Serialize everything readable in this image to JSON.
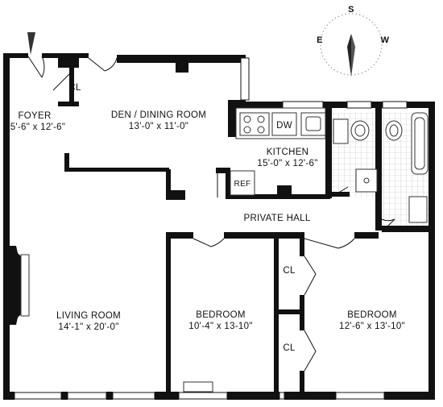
{
  "compass": {
    "n": "S",
    "e": "E",
    "w": "W"
  },
  "rooms": {
    "foyer": {
      "name": "FOYER",
      "dims": "5'-6\" x 12'-6\""
    },
    "den": {
      "name": "DEN / DINING ROOM",
      "dims": "13'-0\" x 11'-0\""
    },
    "kitchen": {
      "name": "KITCHEN",
      "dims": "15'-0\" x 12'-6\""
    },
    "hall": {
      "name": "PRIVATE HALL"
    },
    "living": {
      "name": "LIVING ROOM",
      "dims": "14'-1\" x 20'-0\""
    },
    "bedroom1": {
      "name": "BEDROOM",
      "dims": "10'-4\" x 13-10\""
    },
    "bedroom2": {
      "name": "BEDROOM",
      "dims": "12'-6\" x 13'-10\""
    }
  },
  "labels": {
    "cl_foyer": "CL",
    "cl_bed_top": "CL",
    "cl_bed_bottom": "CL",
    "dw": "DW",
    "ref": "REF"
  }
}
